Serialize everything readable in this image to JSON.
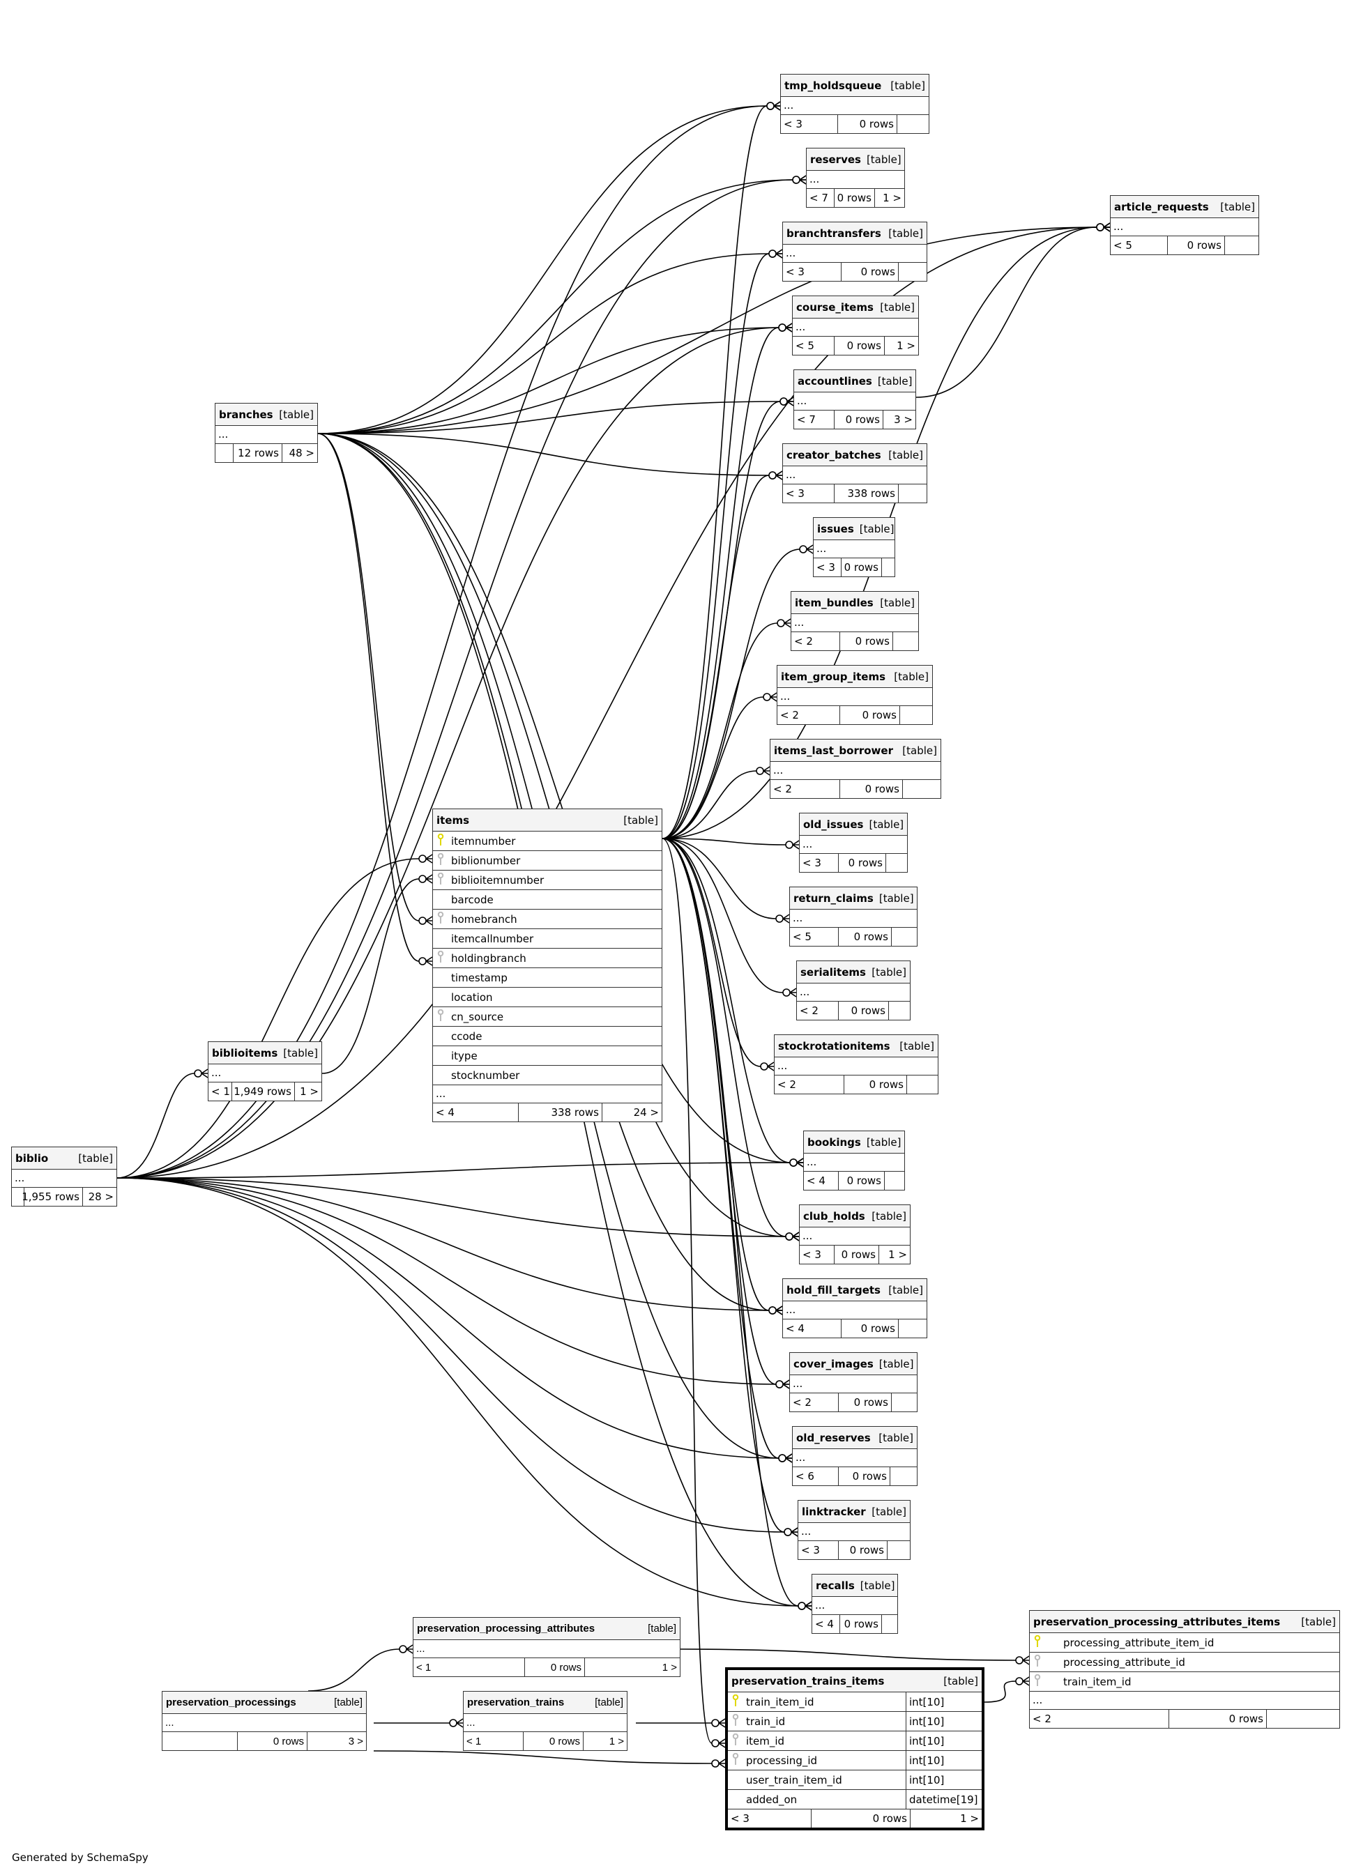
{
  "footer": "Generated by SchemaSpy",
  "colors": {
    "pk_key": "#e0d800",
    "fk_key": "#bbbbbb",
    "border": "#333333",
    "header_bg": "#f4f4f4"
  },
  "key_icon": "key-icon",
  "tables": [
    {
      "id": "tmp_holdsqueue",
      "name": "tmp_holdsqueue",
      "kind": "[table]",
      "parents": "< 3",
      "rows": "0 rows",
      "children": ""
    },
    {
      "id": "reserves",
      "name": "reserves",
      "kind": "[table]",
      "parents": "< 7",
      "rows": "0 rows",
      "children": "1 >"
    },
    {
      "id": "branchtransfers",
      "name": "branchtransfers",
      "kind": "[table]",
      "parents": "< 3",
      "rows": "0 rows",
      "children": ""
    },
    {
      "id": "course_items",
      "name": "course_items",
      "kind": "[table]",
      "parents": "< 5",
      "rows": "0 rows",
      "children": "1 >"
    },
    {
      "id": "accountlines",
      "name": "accountlines",
      "kind": "[table]",
      "parents": "< 7",
      "rows": "0 rows",
      "children": "3 >"
    },
    {
      "id": "creator_batches",
      "name": "creator_batches",
      "kind": "[table]",
      "parents": "< 3",
      "rows": "338 rows",
      "children": ""
    },
    {
      "id": "issues",
      "name": "issues",
      "kind": "[table]",
      "parents": "< 3",
      "rows": "0 rows",
      "children": ""
    },
    {
      "id": "item_bundles",
      "name": "item_bundles",
      "kind": "[table]",
      "parents": "< 2",
      "rows": "0 rows",
      "children": ""
    },
    {
      "id": "item_group_items",
      "name": "item_group_items",
      "kind": "[table]",
      "parents": "< 2",
      "rows": "0 rows",
      "children": ""
    },
    {
      "id": "items_last_borrower",
      "name": "items_last_borrower",
      "kind": "[table]",
      "parents": "< 2",
      "rows": "0 rows",
      "children": ""
    },
    {
      "id": "old_issues",
      "name": "old_issues",
      "kind": "[table]",
      "parents": "< 3",
      "rows": "0 rows",
      "children": ""
    },
    {
      "id": "return_claims",
      "name": "return_claims",
      "kind": "[table]",
      "parents": "< 5",
      "rows": "0 rows",
      "children": ""
    },
    {
      "id": "serialitems",
      "name": "serialitems",
      "kind": "[table]",
      "parents": "< 2",
      "rows": "0 rows",
      "children": ""
    },
    {
      "id": "stockrotationitems",
      "name": "stockrotationitems",
      "kind": "[table]",
      "parents": "< 2",
      "rows": "0 rows",
      "children": ""
    },
    {
      "id": "bookings",
      "name": "bookings",
      "kind": "[table]",
      "parents": "< 4",
      "rows": "0 rows",
      "children": ""
    },
    {
      "id": "club_holds",
      "name": "club_holds",
      "kind": "[table]",
      "parents": "< 3",
      "rows": "0 rows",
      "children": "1 >"
    },
    {
      "id": "hold_fill_targets",
      "name": "hold_fill_targets",
      "kind": "[table]",
      "parents": "< 4",
      "rows": "0 rows",
      "children": ""
    },
    {
      "id": "cover_images",
      "name": "cover_images",
      "kind": "[table]",
      "parents": "< 2",
      "rows": "0 rows",
      "children": ""
    },
    {
      "id": "old_reserves",
      "name": "old_reserves",
      "kind": "[table]",
      "parents": "< 6",
      "rows": "0 rows",
      "children": ""
    },
    {
      "id": "linktracker",
      "name": "linktracker",
      "kind": "[table]",
      "parents": "< 3",
      "rows": "0 rows",
      "children": ""
    },
    {
      "id": "recalls",
      "name": "recalls",
      "kind": "[table]",
      "parents": "< 4",
      "rows": "0 rows",
      "children": ""
    },
    {
      "id": "article_requests",
      "name": "article_requests",
      "kind": "[table]",
      "parents": "< 5",
      "rows": "0 rows",
      "children": ""
    },
    {
      "id": "branches",
      "name": "branches",
      "kind": "[table]",
      "parents": "",
      "rows": "12 rows",
      "children": "48 >"
    },
    {
      "id": "biblioitems",
      "name": "biblioitems",
      "kind": "[table]",
      "parents": "< 1",
      "rows": "1,949 rows",
      "children": "1 >"
    },
    {
      "id": "biblio",
      "name": "biblio",
      "kind": "[table]",
      "parents": "",
      "rows": "1,955 rows",
      "children": "28 >"
    },
    {
      "id": "preservation_processing_attributes",
      "name": "preservation_processing_attributes",
      "kind": "[table]",
      "parents": "< 1",
      "rows": "0 rows",
      "children": "1 >"
    },
    {
      "id": "preservation_processings",
      "name": "preservation_processings",
      "kind": "[table]",
      "parents": "",
      "rows": "0 rows",
      "children": "3 >"
    },
    {
      "id": "preservation_trains",
      "name": "preservation_trains",
      "kind": "[table]",
      "parents": "< 1",
      "rows": "0 rows",
      "children": "1 >"
    }
  ],
  "items": {
    "name": "items",
    "kind": "[table]",
    "columns": [
      {
        "name": "itemnumber",
        "key": "pk"
      },
      {
        "name": "biblionumber",
        "key": "fk"
      },
      {
        "name": "biblioitemnumber",
        "key": "fk"
      },
      {
        "name": "barcode",
        "key": ""
      },
      {
        "name": "homebranch",
        "key": "fk"
      },
      {
        "name": "itemcallnumber",
        "key": ""
      },
      {
        "name": "holdingbranch",
        "key": "fk"
      },
      {
        "name": "timestamp",
        "key": ""
      },
      {
        "name": "location",
        "key": ""
      },
      {
        "name": "cn_source",
        "key": "fk"
      },
      {
        "name": "ccode",
        "key": ""
      },
      {
        "name": "itype",
        "key": ""
      },
      {
        "name": "stocknumber",
        "key": ""
      }
    ],
    "more": "...",
    "parents": "< 4",
    "rows": "338 rows",
    "children": "24 >"
  },
  "ppai": {
    "name": "preservation_processing_attributes_items",
    "kind": "[table]",
    "columns": [
      {
        "name": "processing_attribute_item_id",
        "key": "pk"
      },
      {
        "name": "processing_attribute_id",
        "key": "fk"
      },
      {
        "name": "train_item_id",
        "key": "fk"
      }
    ],
    "more": "...",
    "parents": "< 2",
    "rows": "0 rows",
    "children": ""
  },
  "pti": {
    "name": "preservation_trains_items",
    "kind": "[table]",
    "columns": [
      {
        "name": "train_item_id",
        "key": "pk",
        "type": "int[10]"
      },
      {
        "name": "train_id",
        "key": "fk",
        "type": "int[10]"
      },
      {
        "name": "item_id",
        "key": "fk",
        "type": "int[10]"
      },
      {
        "name": "processing_id",
        "key": "fk",
        "type": "int[10]"
      },
      {
        "name": "user_train_item_id",
        "key": "",
        "type": "int[10]"
      },
      {
        "name": "added_on",
        "key": "",
        "type": "datetime[19]"
      }
    ],
    "parents": "< 3",
    "rows": "0 rows",
    "children": "1 >"
  }
}
